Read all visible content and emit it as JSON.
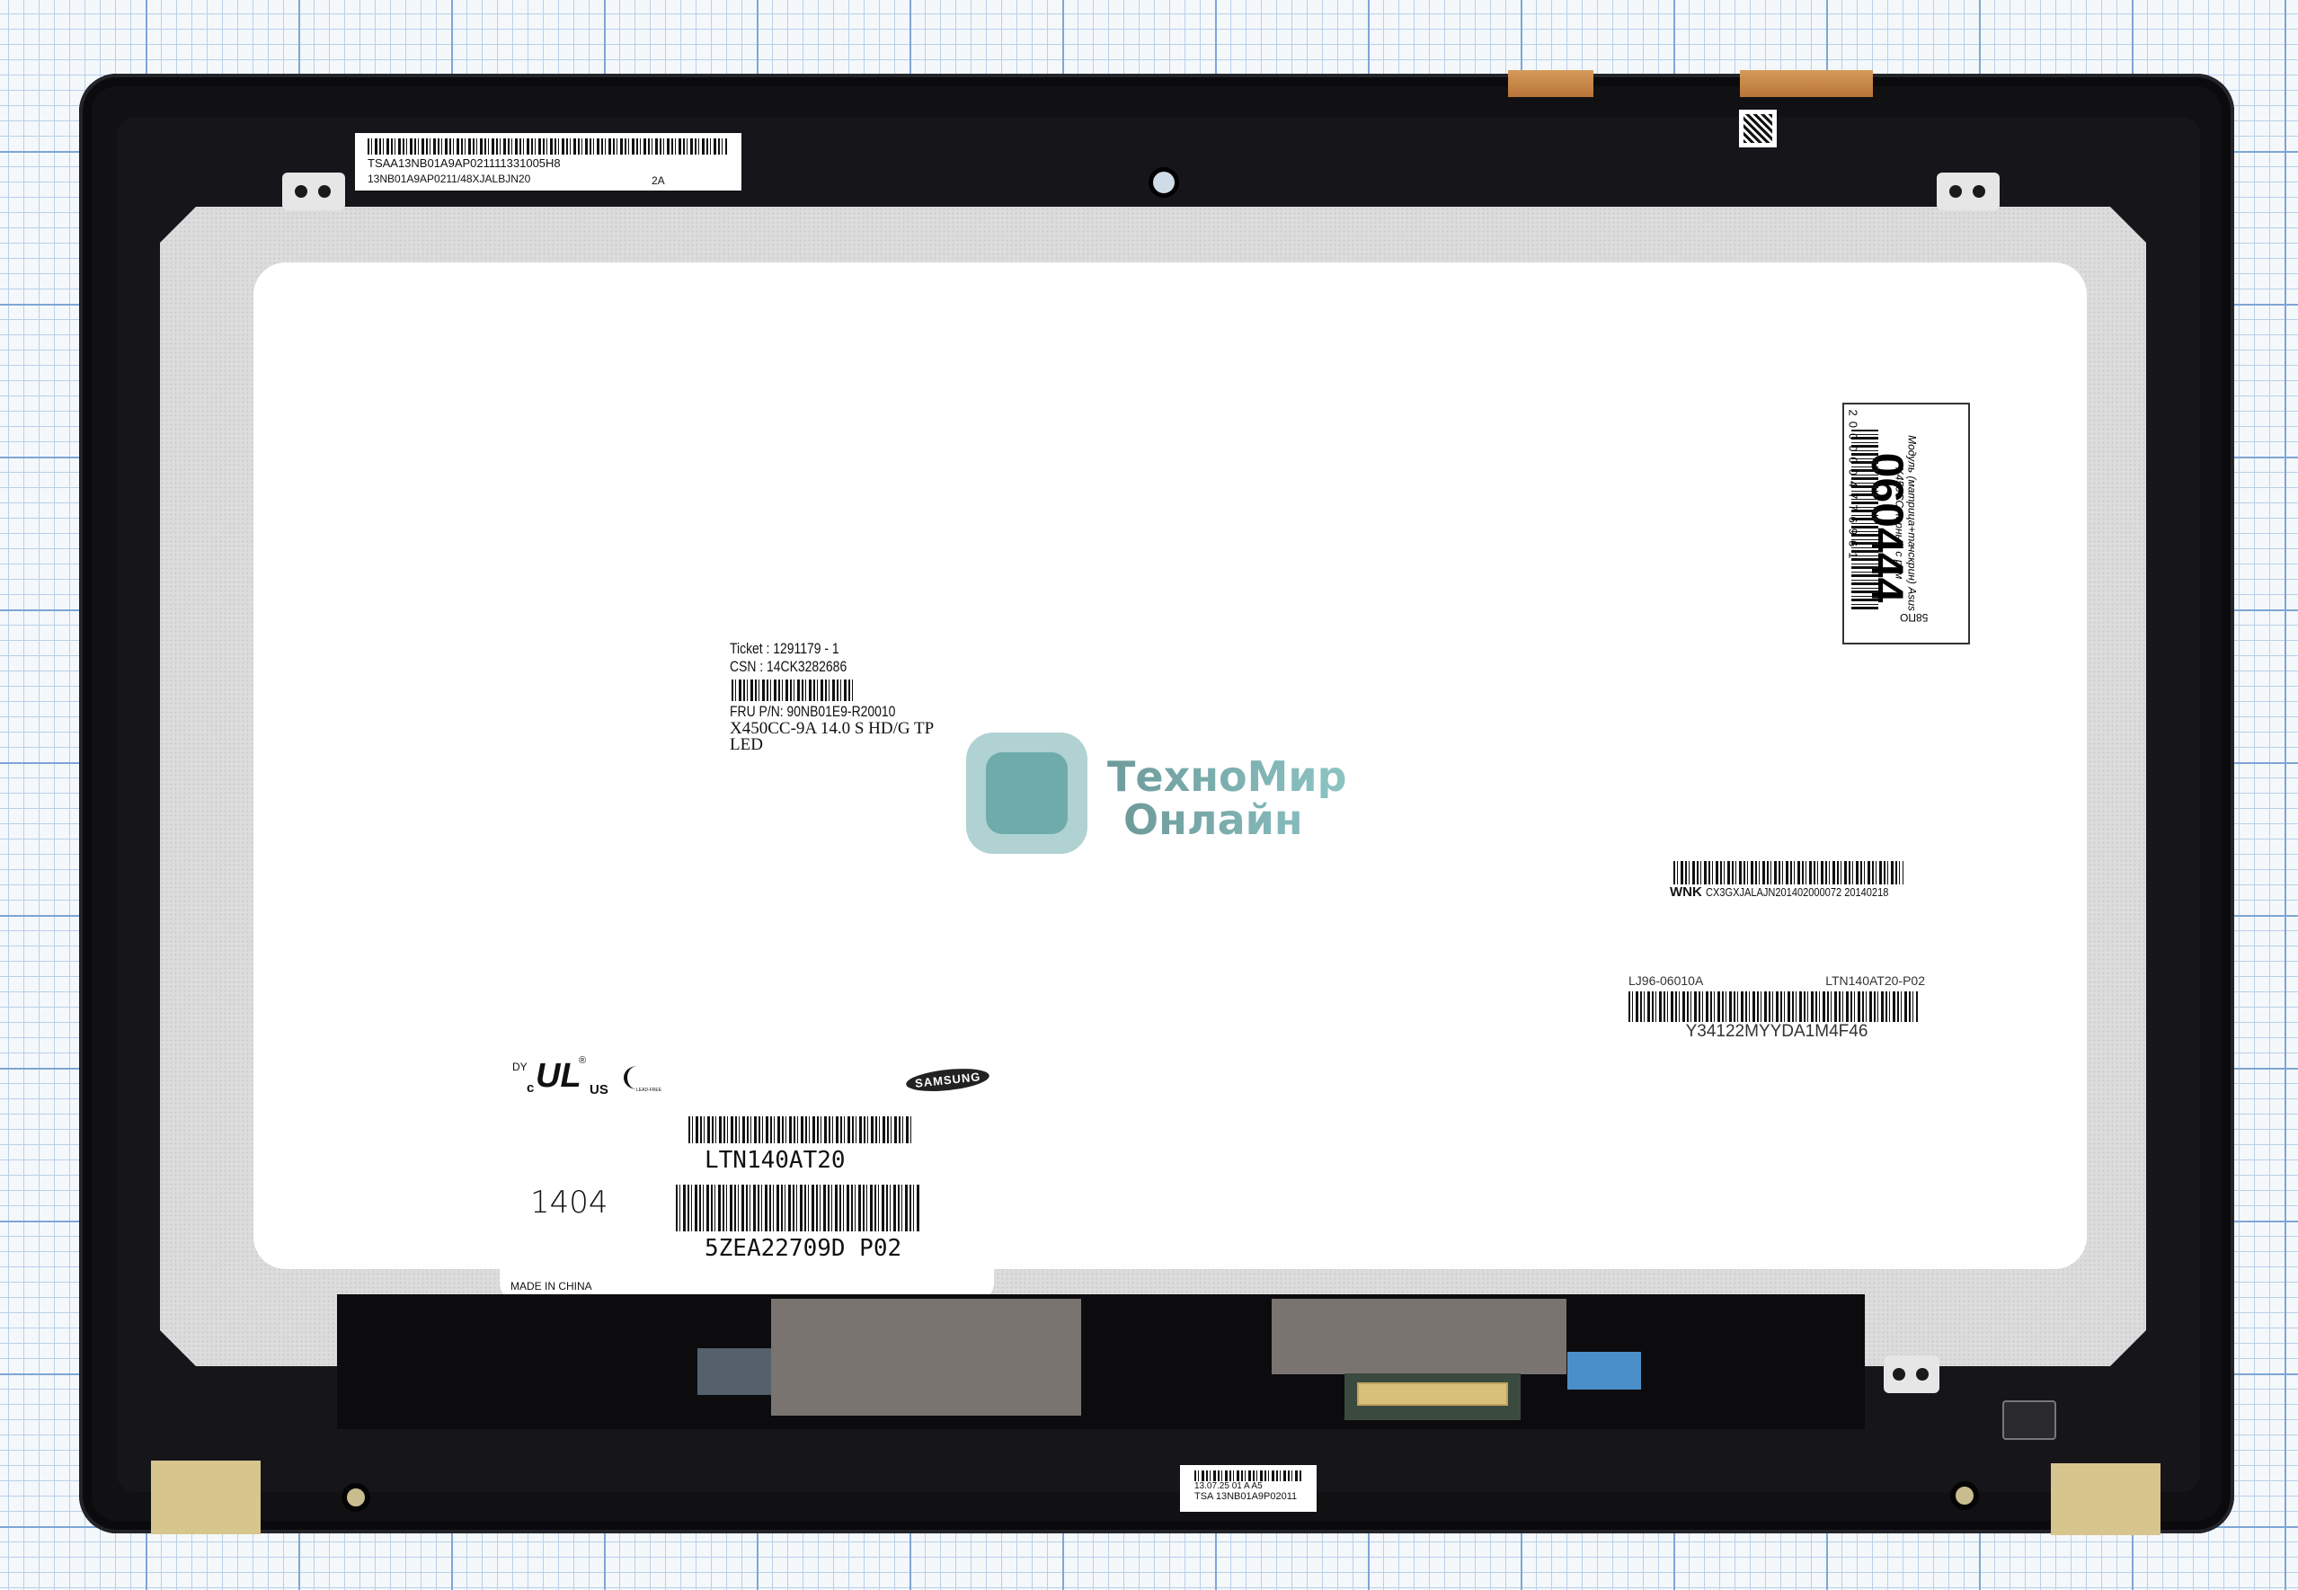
{
  "scene": {
    "description": "Laptop LCD module (matrix + touchscreen) with black frame on graph paper",
    "colors": {
      "bezel": "#111114",
      "panel": "#ffffff",
      "grid": "#7ea6d4",
      "watermark": "#7fb5b5",
      "fpc": "#c98a48",
      "foam": "#d7c58e"
    }
  },
  "top_label": {
    "line1": "TSAA13NB01A9AP021111331005H8",
    "line2": "13NB01A9AP0211/48XJALBJN20",
    "suffix": "2A"
  },
  "ticket_label": {
    "ticket": "Ticket : 1291179 - 1",
    "csn": "CSN   : 14CK3282686",
    "fru": "FRU P/N: 90NB01E9-R20010",
    "model": "X450CC-9A 14.0 S HD/G TP",
    "type": "LED"
  },
  "watermark": {
    "line1": "ТехноМир",
    "line2": "Онлайн"
  },
  "stock_label": {
    "title": "Модуль (матрица+тачскрин) Asus",
    "subtitle": "X450CC черный с рам",
    "number": "060444",
    "barcode_digits": "2000004776961",
    "code": "58ПО"
  },
  "wnk_label": {
    "prefix": "WNK",
    "code": "CX3GXJALAJN201402000072 20140218"
  },
  "panel_label": {
    "part": "LJ96-06010A",
    "model": "LTN140AT20-P02",
    "serial": "Y34122MYYDA1M4F46"
  },
  "certs": {
    "dy": "DY",
    "c": "c",
    "ul": "UL",
    "reg": "®",
    "us": "US",
    "lead_free": "LEAD-FREE",
    "brand": "SAMSUNG"
  },
  "main_label": {
    "model": "LTN140AT20",
    "date": "1404",
    "serial": "5ZEA22709D  P02",
    "origin": "MADE IN CHINA"
  },
  "bottom_label": {
    "line1": "13.07.25  01  A    A5",
    "line2": "TSA  13NB01A9P02011"
  }
}
